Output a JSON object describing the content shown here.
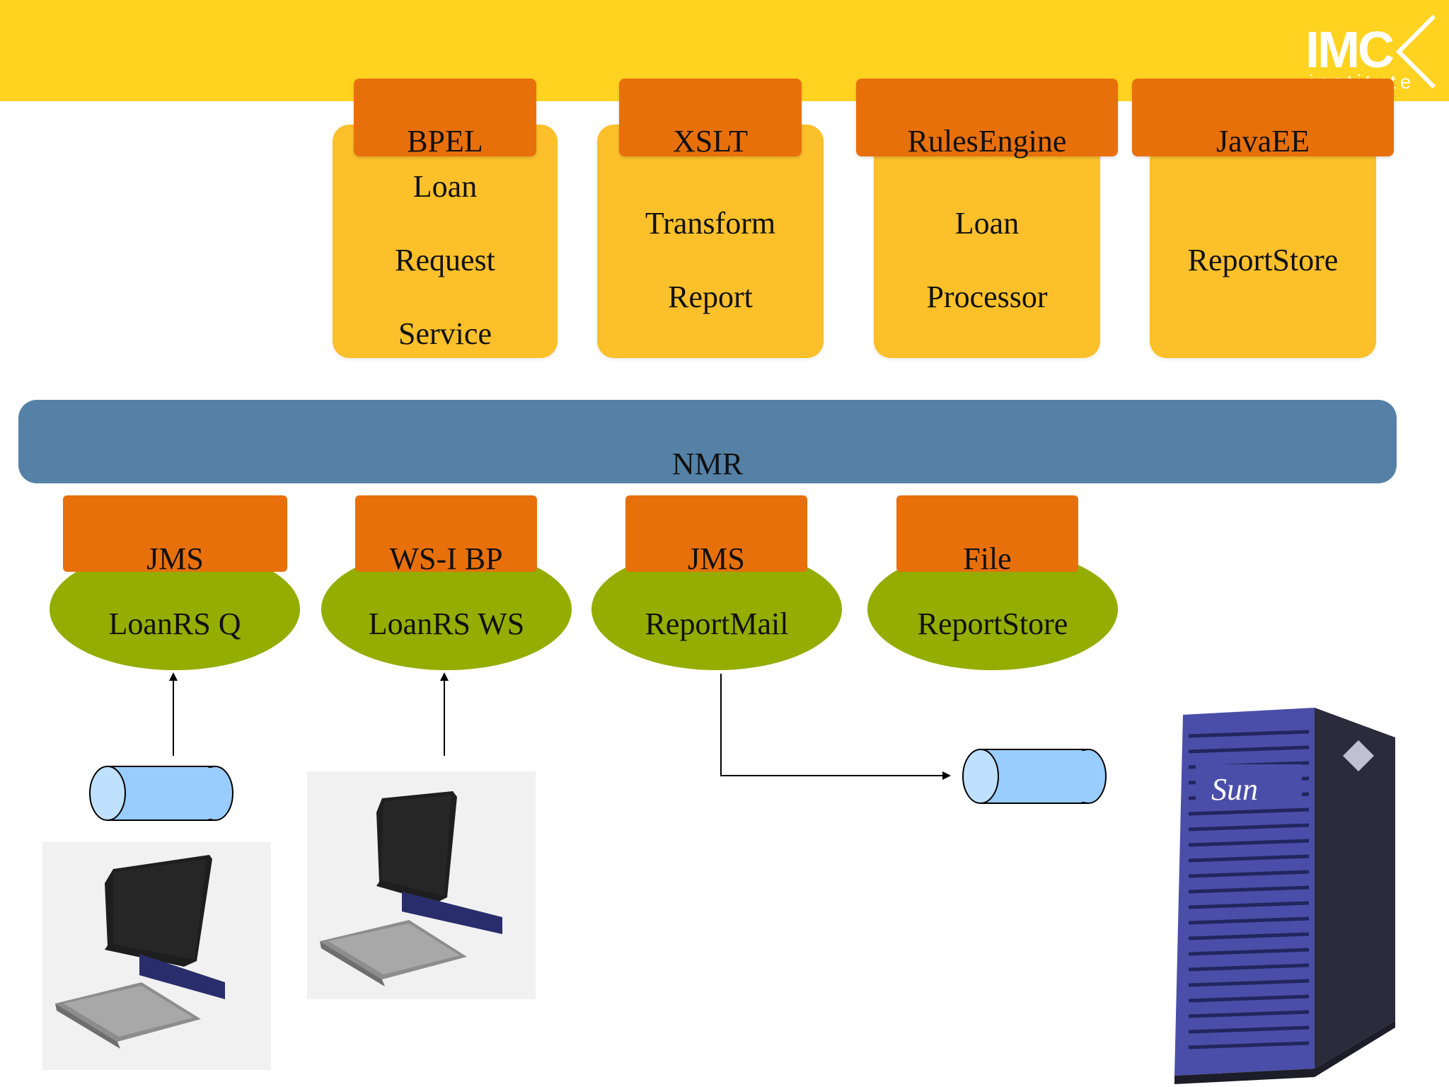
{
  "logo": {
    "text": "IMC",
    "subtext": "institute"
  },
  "services": [
    {
      "tab": "BPEL",
      "lines": [
        "Loan",
        "Request",
        "Service"
      ]
    },
    {
      "tab": "XSLT",
      "lines": [
        "Transform",
        "Report"
      ]
    },
    {
      "tab": "RulesEngine",
      "lines": [
        "Loan",
        "Processor"
      ]
    },
    {
      "tab": "JavaEE",
      "lines": [
        "ReportStore"
      ]
    }
  ],
  "bus": {
    "label": "NMR"
  },
  "bindings": [
    {
      "tab": "JMS",
      "label": "LoanRS Q"
    },
    {
      "tab": "WS-I BP",
      "label": "LoanRS WS"
    },
    {
      "tab": "JMS",
      "label": "ReportMail"
    },
    {
      "tab": "File",
      "label": "ReportStore"
    }
  ],
  "colors": {
    "header": "#FFD320",
    "service_box": "#FCC02B",
    "service_tab": "#E8700B",
    "bus": "#5581A6",
    "binding": "#94AD00",
    "queue": "#99CCFF",
    "server": "#4B4EA8"
  },
  "server": {
    "brand": "Sun"
  }
}
